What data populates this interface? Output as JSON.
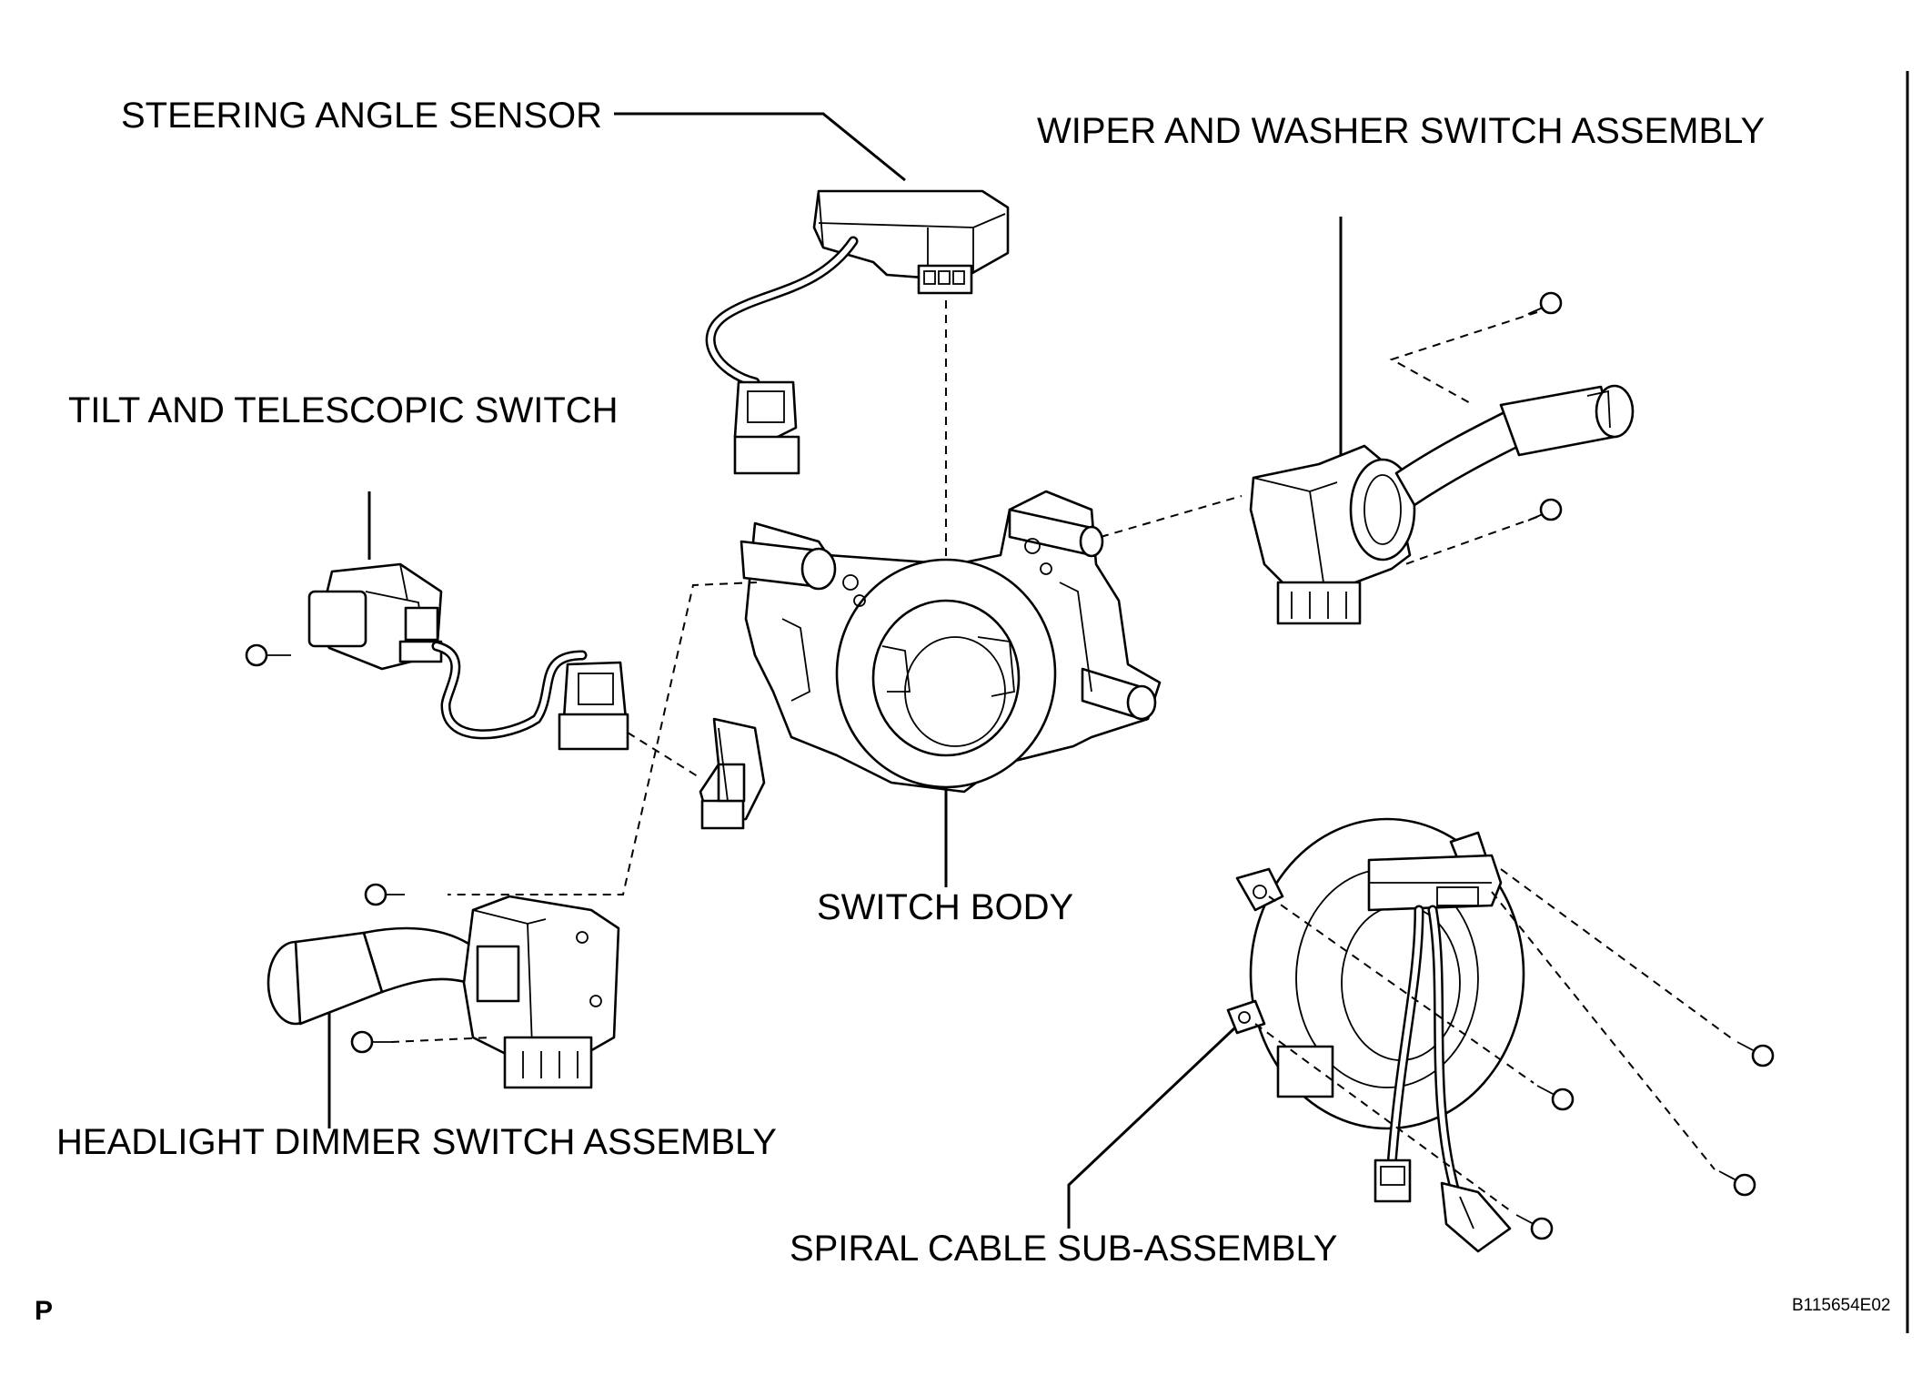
{
  "labels": {
    "steering_angle_sensor": "STEERING ANGLE SENSOR",
    "wiper_washer_switch": "WIPER AND WASHER SWITCH ASSEMBLY",
    "tilt_telescopic_switch": "TILT AND TELESCOPIC SWITCH",
    "switch_body": "SWITCH BODY",
    "headlight_dimmer_switch": "HEADLIGHT DIMMER SWITCH ASSEMBLY",
    "spiral_cable": "SPIRAL CABLE SUB-ASSEMBLY"
  },
  "corner_mark": "P",
  "figure_code": "B115654E02"
}
